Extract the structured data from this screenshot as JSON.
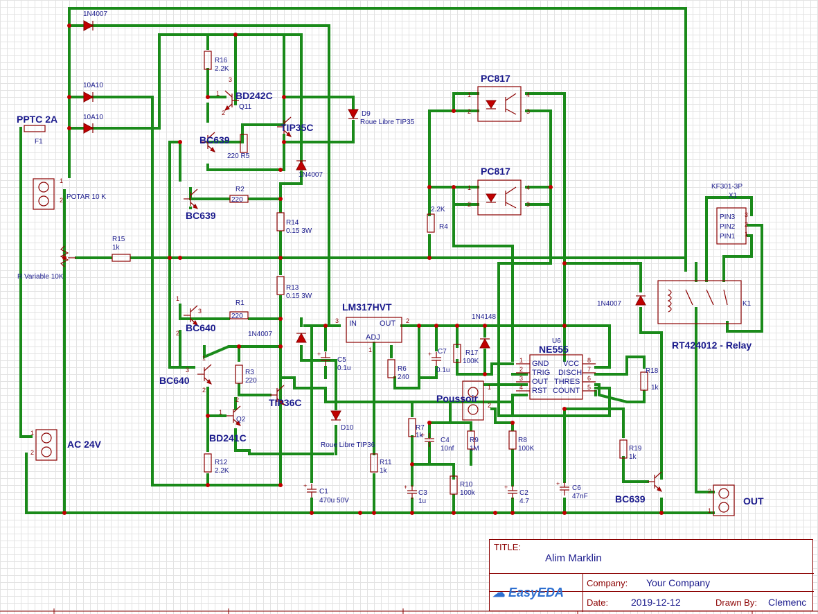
{
  "labels": {
    "n4007_top": "1N4007",
    "d10a_1": "10A10",
    "d10a_2": "10A10",
    "pptc": "PPTC 2A",
    "f1": "F1",
    "potar": "POTAR 10 K",
    "r15_ref": "R15",
    "r15_val": "1k",
    "rvar": "R Variable 10K",
    "ac24": "AC 24V",
    "r16_ref": "R16",
    "r16_val": "2.2K",
    "bd242": "BD242C",
    "q11": "Q11",
    "tip35": "TIP35C",
    "bc639_1": "BC639",
    "r5": "220  R5",
    "bc639_2": "BC639",
    "r2_ref": "R2",
    "r2_val": "220",
    "n4007_mid": "1N4007",
    "d9_ref": "D9",
    "d9_val": "Roue Libre TIP35",
    "r14_ref": "R14",
    "r14_val": "0.15 3W",
    "r13_ref": "R13",
    "r13_val": "0.15 3W",
    "r1_ref": "R1",
    "r1_val": "220",
    "bc640_1": "BC640",
    "bc640_2": "BC640",
    "n4007_low": "1N4007",
    "r3_ref": "R3",
    "r3_val": "220",
    "tip36": "TIP36C",
    "q2": "Q2",
    "bd241": "BD241C",
    "r12_ref": "R12",
    "r12_val": "2.2K",
    "lm317": "LM317HVT",
    "lm_in": "IN",
    "lm_out": "OUT",
    "lm_adj": "ADJ",
    "c5_ref": "C5",
    "c5_val": "0.1u",
    "r6_ref": "R6",
    "r6_val": "240",
    "c7_ref": "C7",
    "c7_val": "0.1u",
    "d10_ref": "D10",
    "d10_val": "Roue Libre TIP36",
    "r11_ref": "R11",
    "r11_val": "1k",
    "c1_ref": "C1",
    "c1_val": "470u 50V",
    "pc817_1": "PC817",
    "pc817_2": "PC817",
    "r4_val": "2.2K",
    "r4_ref": "R4",
    "n4148": "1N4148",
    "r17_ref": "R17",
    "r17_val": "100K",
    "u6": "U6",
    "ne555": "NE555",
    "ne_gnd": "GND",
    "ne_vcc": "VCC",
    "ne_trig": "TRIG",
    "ne_disch": "DISCH",
    "ne_out": "OUT",
    "ne_thres": "THRES",
    "ne_rst": "RST",
    "ne_count": "COUNT",
    "poussoir": "Poussoir",
    "r7_ref": "R7",
    "r7_val": "1k",
    "c4_ref": "C4",
    "c4_val": "10nf",
    "r9_ref": "R9",
    "r9_val": "1M",
    "c3_ref": "C3",
    "c3_val": "1u",
    "r10_ref": "R10",
    "r10_val": "100k",
    "r8_ref": "R8",
    "r8_val": "100K",
    "c2_ref": "C2",
    "c2_val": "4.7",
    "c6_ref": "C6",
    "c6_val": "47nF",
    "r18_ref": "R18",
    "r18_val": "1k",
    "r19_ref": "R19",
    "r19_val": "1k",
    "bc639_3": "BC639",
    "n4007_relay": "1N4007",
    "kf301": "KF301-3P",
    "x1": "X1",
    "pin3": "PIN3",
    "pin2": "PIN2",
    "pin1": "PIN1",
    "k1": "K1",
    "relay": "RT424012 - Relay",
    "out": "OUT"
  },
  "title_block": {
    "title_label": "TITLE:",
    "title": "Alim Marklin",
    "company_label": "Company:",
    "company": "Your Company",
    "date_label": "Date:",
    "date": "2019-12-12",
    "drawn_label": "Drawn By:",
    "drawn": "Clemenc",
    "logo": "EasyEDA"
  },
  "colors": {
    "wire": "#1a8a1a",
    "component": "#8b0000",
    "label": "#1a1a8c",
    "junction": "#c00000",
    "grid": "#e3e3e3"
  }
}
